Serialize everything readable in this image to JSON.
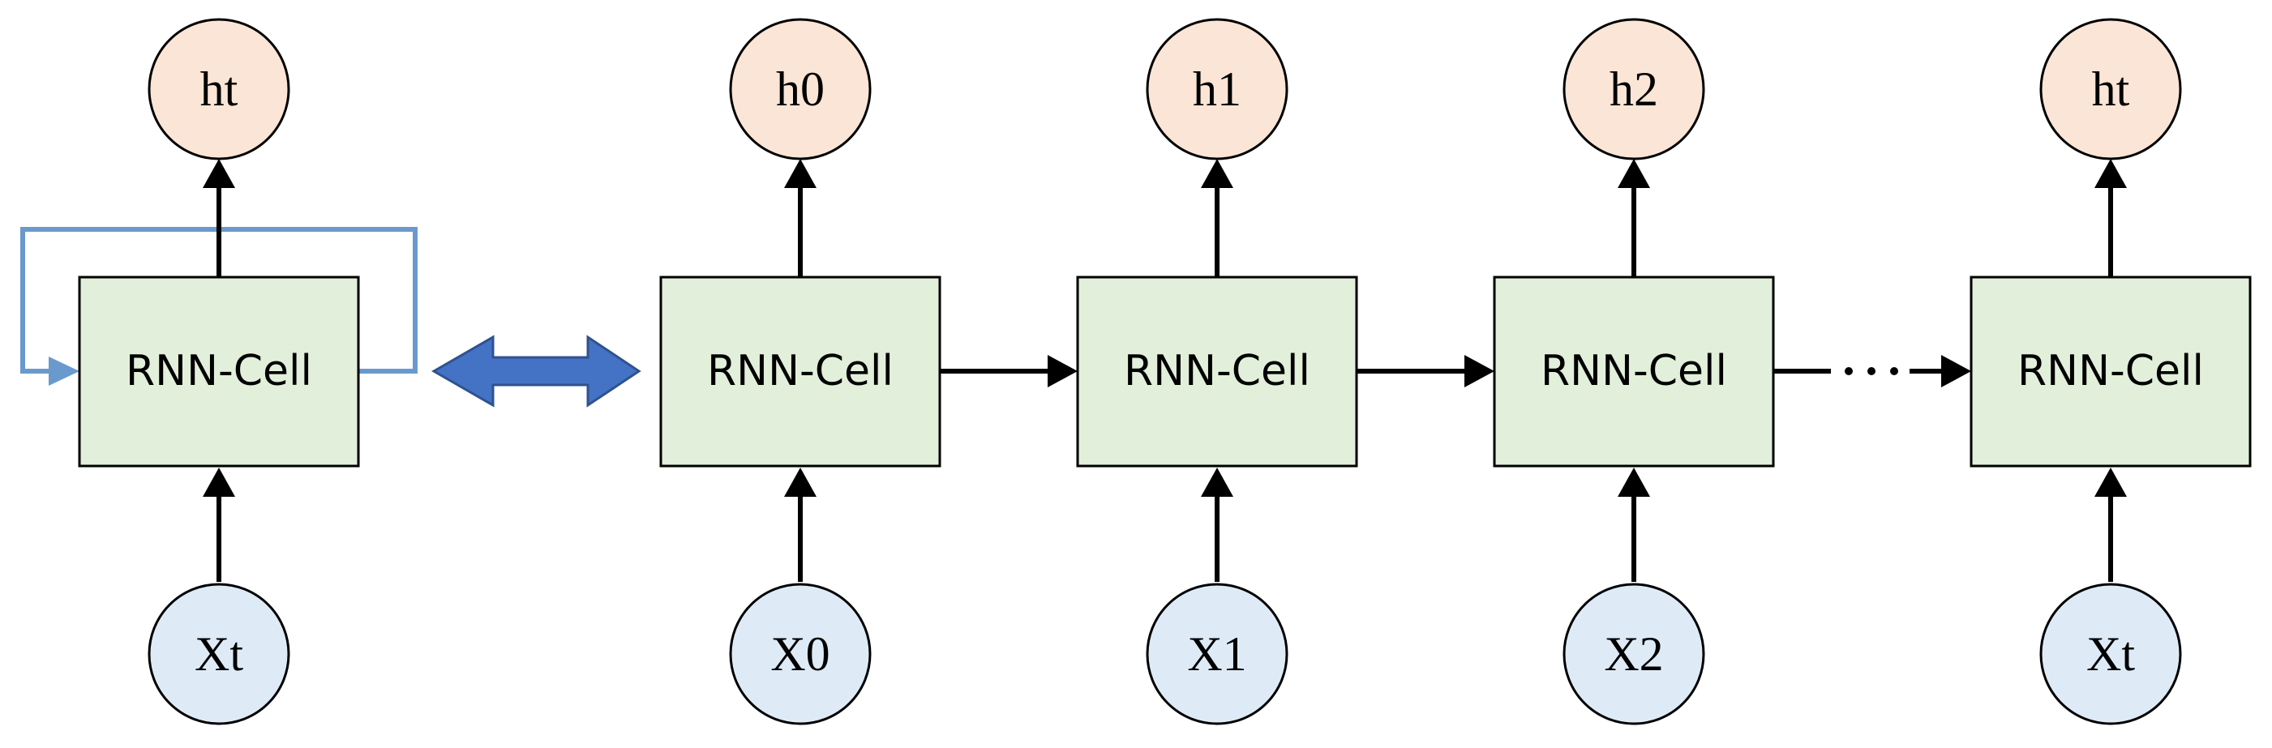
{
  "colors": {
    "cell_fill": "#e2efda",
    "cell_stroke": "#000000",
    "output_fill": "#fbe5d6",
    "input_fill": "#deebf7",
    "loop_line": "#6a9acd",
    "double_arrow_fill": "#4472c4",
    "double_arrow_stroke": "#2f528f"
  },
  "folded": {
    "output": "ht",
    "cell": "RNN-Cell",
    "input": "Xt"
  },
  "unrolled": [
    {
      "output": "h0",
      "cell": "RNN-Cell",
      "input": "X0"
    },
    {
      "output": "h1",
      "cell": "RNN-Cell",
      "input": "X1"
    },
    {
      "output": "h2",
      "cell": "RNN-Cell",
      "input": "X2"
    },
    {
      "output": "ht",
      "cell": "RNN-Cell",
      "input": "Xt"
    }
  ]
}
